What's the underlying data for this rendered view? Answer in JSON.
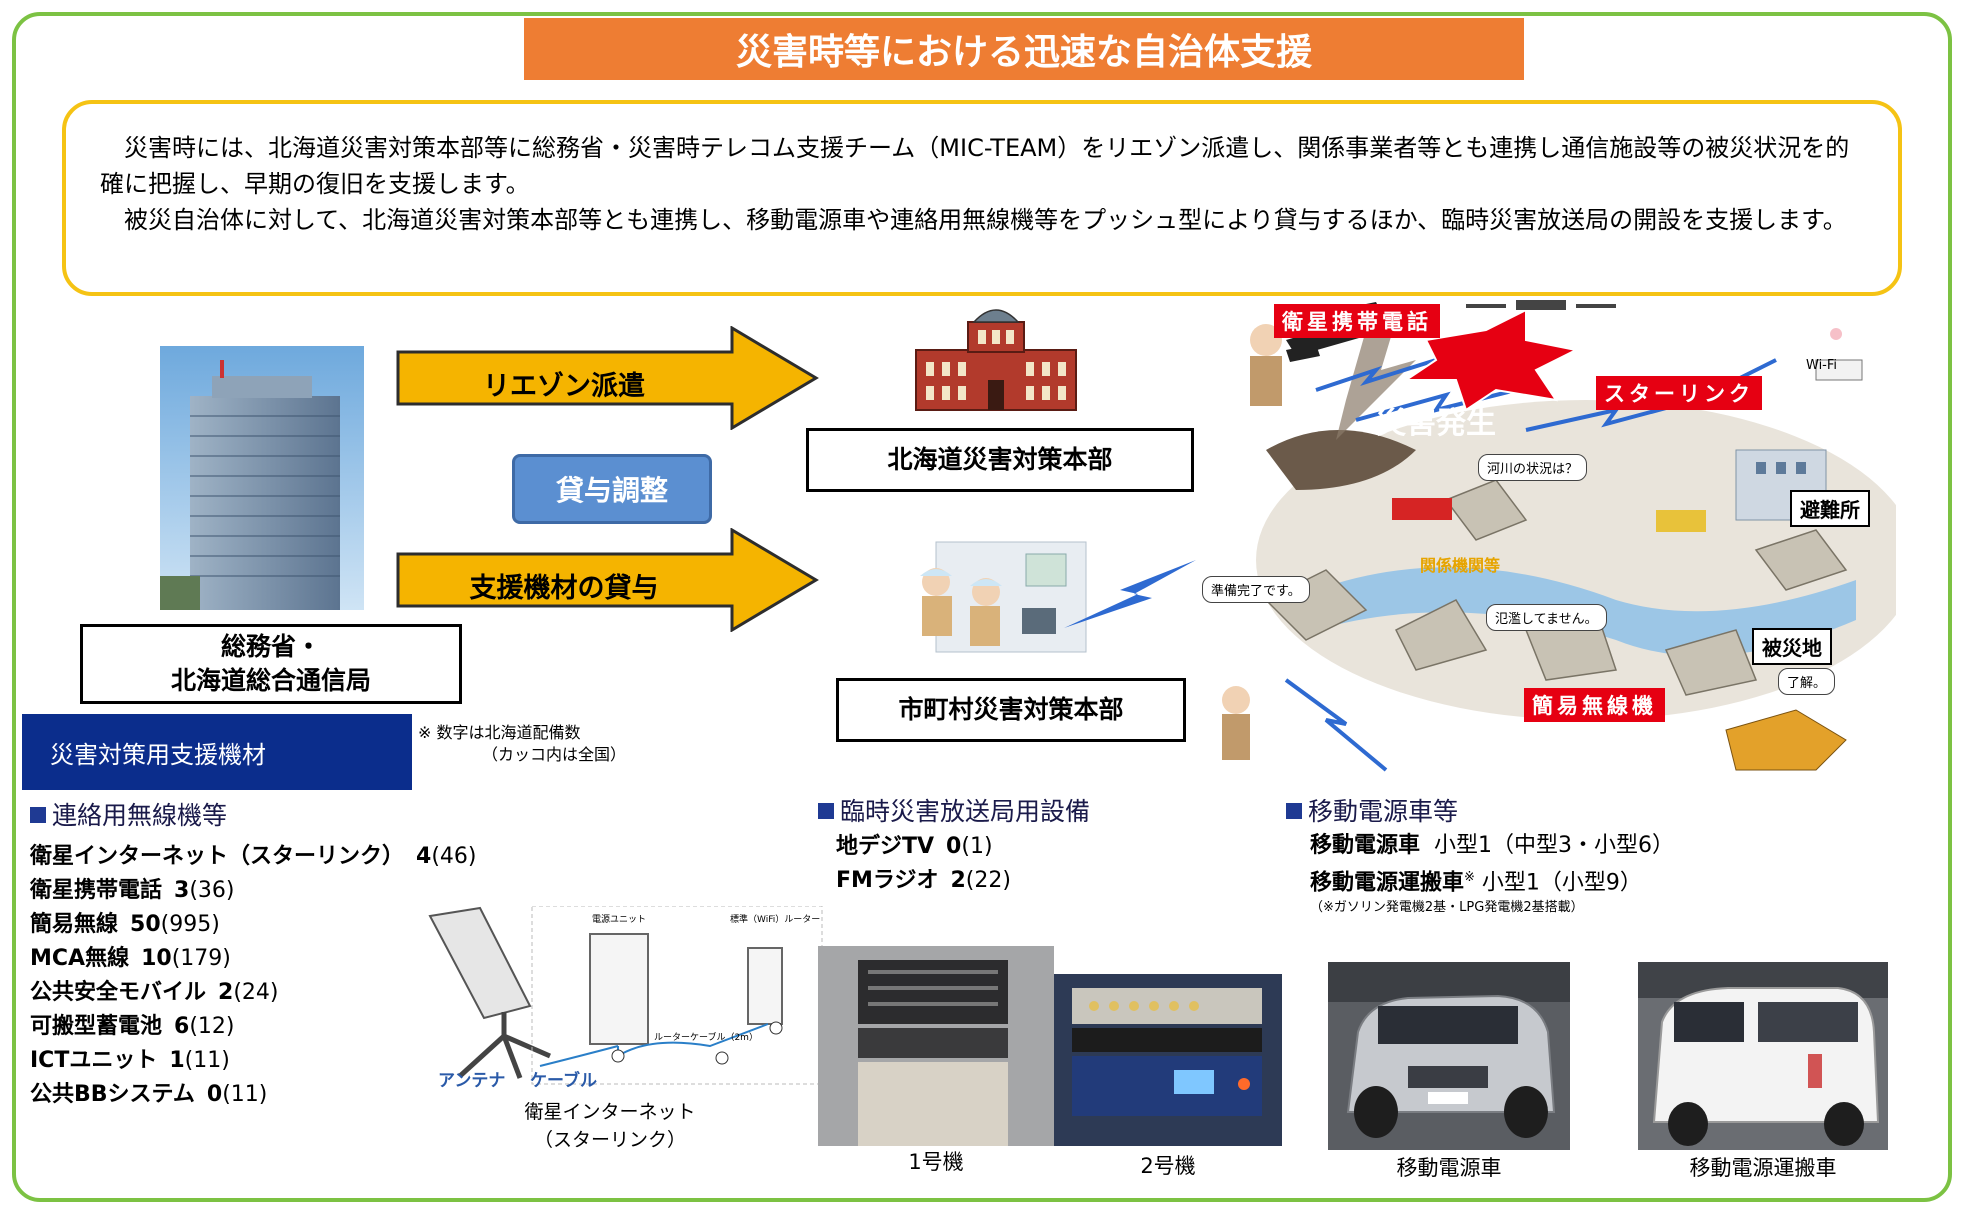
{
  "title": "災害時等における迅速な自治体支援",
  "intro": {
    "p1": "災害時には、北海道災害対策本部等に総務省・災害時テレコム支援チーム（MIC-TEAM）をリエゾン派遣し、関係事業者等とも連携し通信施設等の被災状況を的確に把握し、早期の復旧を支援します。",
    "p2": "被災自治体に対して、北海道災害対策本部等とも連携し、移動電源車や連絡用無線機等をプッシュ型により貸与するほか、臨時災害放送局の開設を支援します。"
  },
  "flow": {
    "source_line1": "総務省・",
    "source_line2": "北海道総合通信局",
    "arrow_liaison": "リエゾン派遣",
    "arrow_lending": "支援機材の貸与",
    "coordination": "貸与調整",
    "hq_pref": "北海道災害対策本部",
    "hq_city": "市町村災害対策本部"
  },
  "scene": {
    "tag_satphone": "衛星携帯電話",
    "tag_starlink": "スターリンク",
    "tag_simple_radio": "簡易無線機",
    "disaster": "災害発生",
    "wifi": "Wi-Fi",
    "shelter": "避難所",
    "disaster_area": "被災地",
    "agencies": "関係機関等",
    "bubble_river": "河川の状況は？",
    "bubble_ready": "準備完了です。",
    "bubble_no_flood": "氾濫してません。",
    "bubble_ok": "了解。"
  },
  "equipment": {
    "header": "災害対策用支援機材",
    "note_line1": "※ 数字は北海道配備数",
    "note_line2": "（カッコ内は全国）",
    "radio": {
      "heading": "連絡用無線機等",
      "items": [
        {
          "name": "衛星インターネット（スターリンク）",
          "value": "4",
          "total": "(46)"
        },
        {
          "name": "衛星携帯電話",
          "value": "3",
          "total": "(36)"
        },
        {
          "name": "簡易無線",
          "value": "50",
          "total": "(995)"
        },
        {
          "name": "MCA無線",
          "value": "10",
          "total": "(179)"
        },
        {
          "name": "公共安全モバイル",
          "value": "2",
          "total": "(24)"
        },
        {
          "name": "可搬型蓄電池",
          "value": "6",
          "total": "(12)"
        },
        {
          "name": "ICTユニット",
          "value": "1",
          "total": "(11)"
        },
        {
          "name": "公共BBシステム",
          "value": "0",
          "total": "(11)"
        }
      ]
    },
    "broadcast": {
      "heading": "臨時災害放送局用設備",
      "items": [
        {
          "name": "地デジTV",
          "value": "0",
          "total": "(1)"
        },
        {
          "name": "FMラジオ",
          "value": "2",
          "total": "(22)"
        }
      ]
    },
    "power": {
      "heading": "移動電源車等",
      "item1_name": "移動電源車",
      "item1_detail": "小型1（中型3・小型6）",
      "item2_name": "移動電源運搬車",
      "item2_mark": "※",
      "item2_detail": "小型1（小型9）",
      "footnote": "（※ガソリン発電機2基・LPG発電機2基搭載）"
    }
  },
  "diagram_labels": {
    "power_unit": "電源ユニット",
    "router": "標準（WiFi）ルーター",
    "router_cable": "ルーターケーブル（2m）",
    "antenna": "アンテナ",
    "cable": "ケーブル"
  },
  "captions": {
    "starlink_line1": "衛星インターネット",
    "starlink_line2": "（スターリンク）",
    "unit1": "1号機",
    "unit2": "2号機",
    "power_car": "移動電源車",
    "power_transport": "移動電源運搬車"
  },
  "colors": {
    "frame": "#7cc243",
    "title_bg": "#ee7d33",
    "intro_border": "#f5c314",
    "arrow": "#f5b400",
    "navy": "#0b2d8c",
    "tag_red": "#e60012"
  }
}
